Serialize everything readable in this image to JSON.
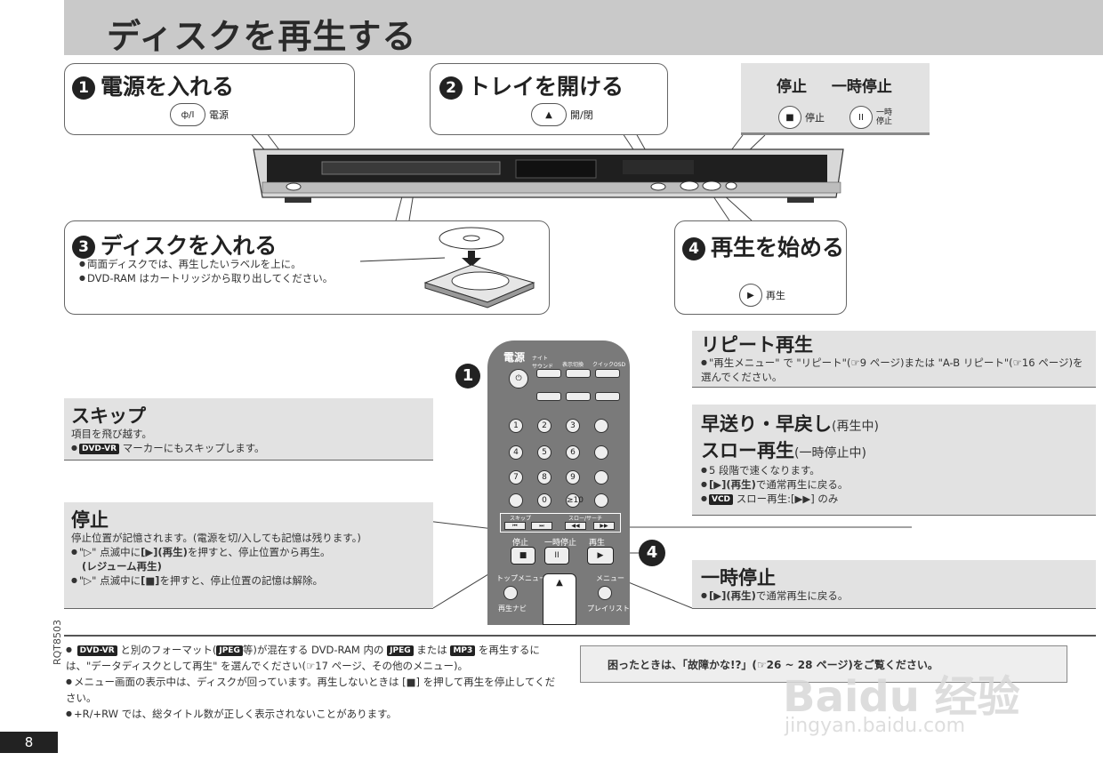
{
  "title": "ディスクを再生する",
  "step1": {
    "num": "1",
    "title": "電源を入れる",
    "button_icon": "ф/I",
    "button_label": "電源"
  },
  "step2": {
    "num": "2",
    "title": "トレイを開ける",
    "button_icon": "▲",
    "button_label": "開/閉"
  },
  "stoppause": {
    "stop_title": "停止",
    "pause_title": "一時停止",
    "stop_icon": "■",
    "stop_label": "停止",
    "pause_icon": "II",
    "pause_label": "一時\n停止"
  },
  "step3": {
    "num": "3",
    "title": "ディスクを入れる",
    "notes": [
      "両面ディスクでは、再生したいラベルを上に。",
      "DVD-RAM はカートリッジから取り出してください。"
    ]
  },
  "step4": {
    "num": "4",
    "title": "再生を始める",
    "button_icon": "▶",
    "button_label": "再生"
  },
  "remote": {
    "power_label": "電源",
    "night": "ナイト\nサウンド",
    "disp": "表示切換",
    "quick": "クイックOSD",
    "keys": [
      "1",
      "2",
      "3",
      "4",
      "5",
      "6",
      "7",
      "8",
      "9",
      "0",
      "≥10"
    ],
    "skip_label": "スキップ",
    "slow_label": "スロー/サーチ",
    "stop_label": "停止",
    "pause_label": "一時停止",
    "play_label": "再生",
    "topmenu": "トップメニュー",
    "menu": "メニュー",
    "navi": "再生ナビ",
    "playlist": "プレイリスト",
    "marker1": "1",
    "marker4": "4"
  },
  "skip": {
    "title": "スキップ",
    "line1": "項目を飛び越す。",
    "tag": "DVD-VR",
    "line2": "マーカーにもスキップします。"
  },
  "stop": {
    "title": "停止",
    "line1": "停止位置が記憶されます。(電源を切/入しても記憶は残ります。)",
    "b1a": "\"▷\" 点滅中に",
    "b1b": "[▶](再生)",
    "b1c": "を押すと、停止位置から再生。",
    "b1d": "(レジューム再生)",
    "b2a": "\"▷\" 点滅中に",
    "b2b": "[■]",
    "b2c": "を押すと、停止位置の記憶は解除。"
  },
  "repeat": {
    "title": "リピート再生",
    "text": "\"再生メニュー\" で \"リピート\"(☞9 ページ)または \"A-B リピート\"(☞16 ページ)を選んでください。"
  },
  "ff": {
    "title1": "早送り・早戻し",
    "sub1": "(再生中)",
    "title2": "スロー再生",
    "sub2": "(一時停止中)",
    "b1": "5 段階で速くなります。",
    "b2a": "[▶](再生)",
    "b2b": "で通常再生に戻る。",
    "b3tag": "VCD",
    "b3": "スロー再生:[▶▶] のみ"
  },
  "pause": {
    "title": "一時停止",
    "b1a": "[▶](再生)",
    "b1b": "で通常再生に戻る。"
  },
  "footer": {
    "n1tag1": "DVD-VR",
    "n1a": "と別のフォーマット(",
    "n1tag2": "JPEG",
    "n1b": "等)が混在する DVD-RAM 内の",
    "n1tag3": "JPEG",
    "n1c": "または",
    "n1tag4": "MP3",
    "n1d": "を再生するには、\"データディスクとして再生\" を選んでください(☞17 ページ、その他のメニュー)。",
    "n2": "メニュー画面の表示中は、ディスクが回っています。再生しないときは [■] を押して再生を停止してください。",
    "n3": "+R/+RW では、総タイトル数が正しく表示されないことがあります。",
    "trouble": "困ったときは、「故障かな!?」(☞26 ~ 28 ページ)をご覧ください。",
    "code": "RQT8503",
    "page": "8"
  },
  "watermark": {
    "brand": "Baidu 经验",
    "url": "jingyan.baidu.com"
  }
}
